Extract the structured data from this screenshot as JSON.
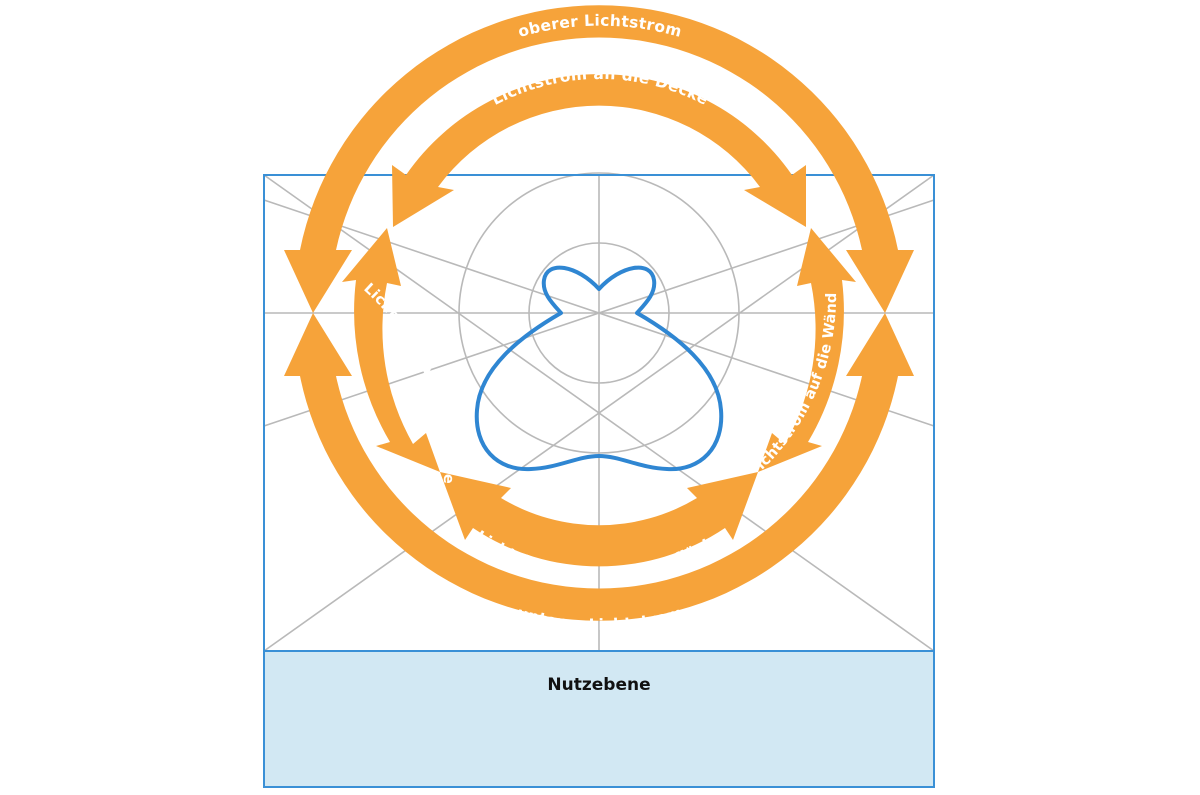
{
  "diagram": {
    "labels": {
      "upper_flux": "oberer Lichtstrom",
      "ceiling_flux": "Lichtstrom an die Decke",
      "wall_flux_left": "Lichtstrom auf die Wände",
      "wall_flux_right": "Lichtstrom auf die Wände",
      "work_plane_flux": "Lichtstrom auf die Nutzfläche",
      "lower_flux": "unterer Lichtstrom",
      "work_plane": "Nutzebene"
    },
    "colors": {
      "arrows": "#F6A33A",
      "room_frame": "#3A90D6",
      "work_plane_fill": "#D2E8F3",
      "polar_grid": "#B9B9B9",
      "light_distribution_curve": "#2F86D2"
    }
  }
}
